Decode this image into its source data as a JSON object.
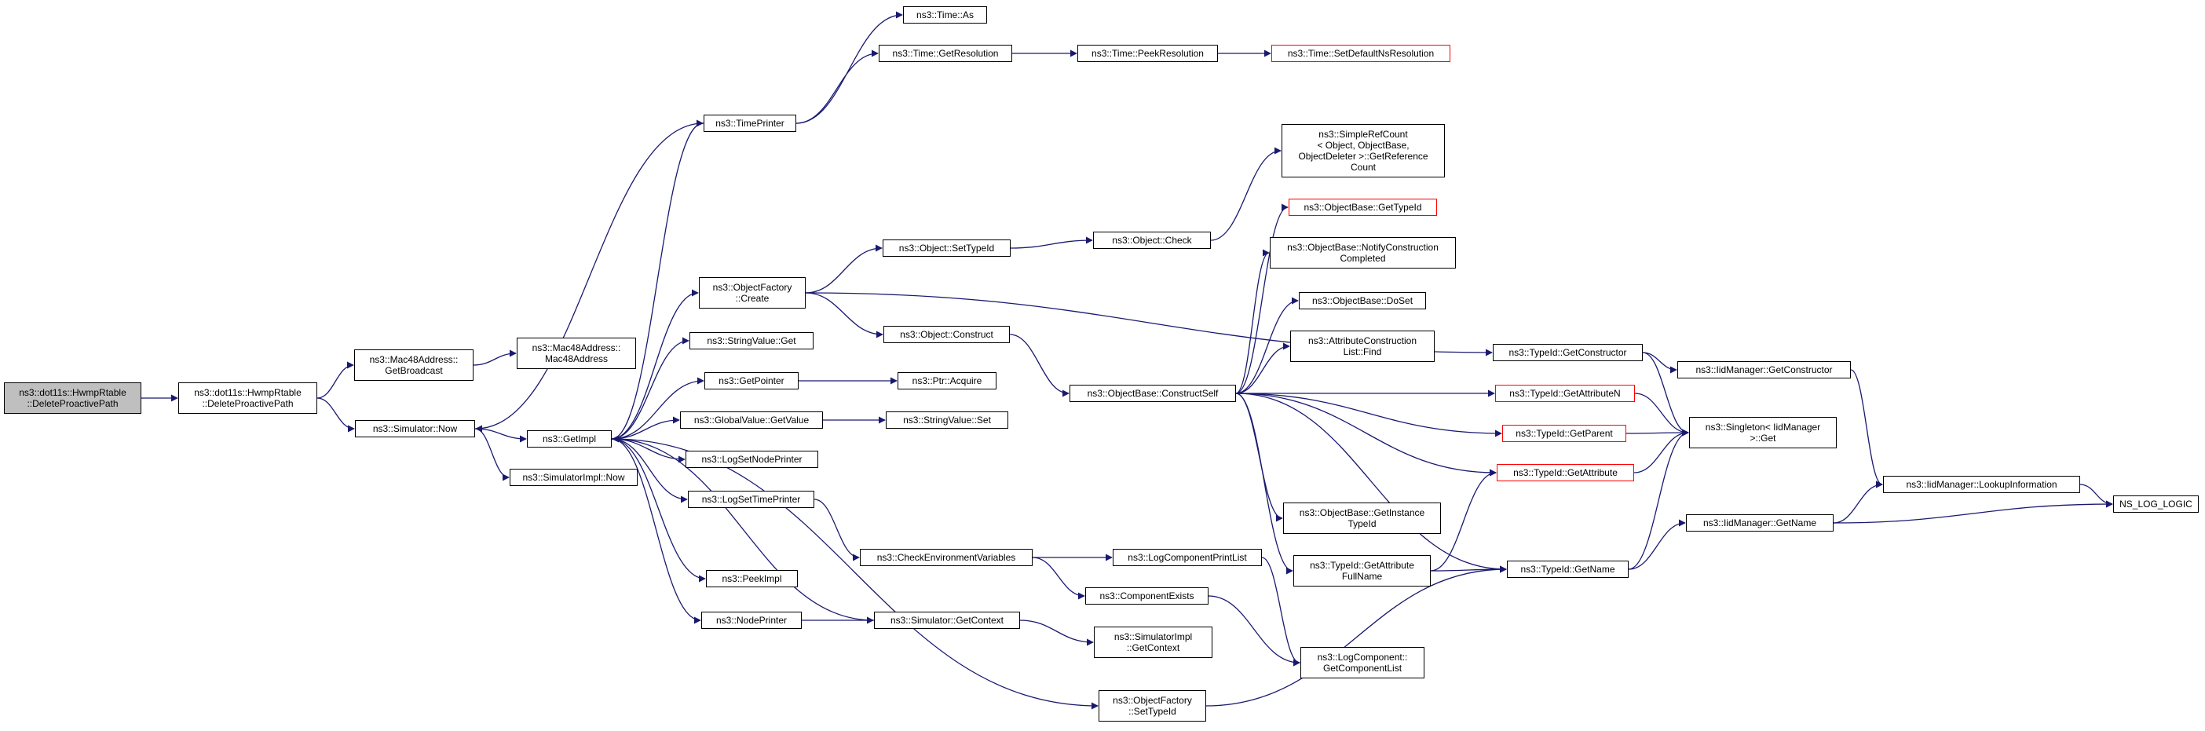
{
  "colors": {
    "edge": "#191970",
    "node_border": "#000000",
    "incomplete_border": "#ff0000",
    "root_fill": "#bfbfbf",
    "background": "#ffffff"
  },
  "nodes": [
    {
      "id": "root",
      "label": "ns3::dot11s::HwmpRtable\n::DeleteProactivePath",
      "kind": "root"
    },
    {
      "id": "hwmp",
      "label": "ns3::dot11s::HwmpRtable\n::DeleteProactivePath",
      "kind": "normal"
    },
    {
      "id": "mac48bc",
      "label": "ns3::Mac48Address::\nGetBroadcast",
      "kind": "normal"
    },
    {
      "id": "mac48ctor",
      "label": "ns3::Mac48Address::\nMac48Address",
      "kind": "normal"
    },
    {
      "id": "simnow",
      "label": "ns3::Simulator::Now",
      "kind": "normal"
    },
    {
      "id": "simimplnow",
      "label": "ns3::SimulatorImpl::Now",
      "kind": "normal"
    },
    {
      "id": "getimpl",
      "label": "ns3::GetImpl",
      "kind": "normal"
    },
    {
      "id": "timeprinter",
      "label": "ns3::TimePrinter",
      "kind": "normal"
    },
    {
      "id": "timeas",
      "label": "ns3::Time::As",
      "kind": "normal"
    },
    {
      "id": "timegetres",
      "label": "ns3::Time::GetResolution",
      "kind": "normal"
    },
    {
      "id": "timepeekres",
      "label": "ns3::Time::PeekResolution",
      "kind": "normal"
    },
    {
      "id": "timesetdef",
      "label": "ns3::Time::SetDefaultNsResolution",
      "kind": "incomplete"
    },
    {
      "id": "ofcreate",
      "label": "ns3::ObjectFactory\n::Create",
      "kind": "normal"
    },
    {
      "id": "strvalget",
      "label": "ns3::StringValue::Get",
      "kind": "normal"
    },
    {
      "id": "getpointer",
      "label": "ns3::GetPointer",
      "kind": "normal"
    },
    {
      "id": "globvalget",
      "label": "ns3::GlobalValue::GetValue",
      "kind": "normal"
    },
    {
      "id": "lognodeprinter",
      "label": "ns3::LogSetNodePrinter",
      "kind": "normal"
    },
    {
      "id": "logtimeprinter",
      "label": "ns3::LogSetTimePrinter",
      "kind": "normal"
    },
    {
      "id": "peekimpl",
      "label": "ns3::PeekImpl",
      "kind": "normal"
    },
    {
      "id": "nodeprinter",
      "label": "ns3::NodePrinter",
      "kind": "normal"
    },
    {
      "id": "objsettypeid",
      "label": "ns3::Object::SetTypeId",
      "kind": "normal"
    },
    {
      "id": "objconstruct",
      "label": "ns3::Object::Construct",
      "kind": "normal"
    },
    {
      "id": "ptracquire",
      "label": "ns3::Ptr::Acquire",
      "kind": "normal"
    },
    {
      "id": "strvalset",
      "label": "ns3::StringValue::Set",
      "kind": "normal"
    },
    {
      "id": "checkenv",
      "label": "ns3::CheckEnvironmentVariables",
      "kind": "normal"
    },
    {
      "id": "simgetctx",
      "label": "ns3::Simulator::GetContext",
      "kind": "normal"
    },
    {
      "id": "objcheck",
      "label": "ns3::Object::Check",
      "kind": "normal"
    },
    {
      "id": "simplerefcount",
      "label": "ns3::SimpleRefCount\n< Object, ObjectBase,\nObjectDeleter >::GetReference\nCount",
      "kind": "normal"
    },
    {
      "id": "obgettypeid",
      "label": "ns3::ObjectBase::GetTypeId",
      "kind": "incomplete"
    },
    {
      "id": "obnotify",
      "label": "ns3::ObjectBase::NotifyConstruction\nCompleted",
      "kind": "normal"
    },
    {
      "id": "obdoset",
      "label": "ns3::ObjectBase::DoSet",
      "kind": "normal"
    },
    {
      "id": "attrconstrfind",
      "label": "ns3::AttributeConstruction\nList::Find",
      "kind": "normal"
    },
    {
      "id": "obconstructself",
      "label": "ns3::ObjectBase::ConstructSelf",
      "kind": "normal"
    },
    {
      "id": "obgetinsttypeid",
      "label": "ns3::ObjectBase::GetInstance\nTypeId",
      "kind": "normal"
    },
    {
      "id": "tidgetattrfull",
      "label": "ns3::TypeId::GetAttribute\nFullName",
      "kind": "normal"
    },
    {
      "id": "logcompprintlist",
      "label": "ns3::LogComponentPrintList",
      "kind": "normal"
    },
    {
      "id": "compexists",
      "label": "ns3::ComponentExists",
      "kind": "normal"
    },
    {
      "id": "simimplgetctx",
      "label": "ns3::SimulatorImpl\n::GetContext",
      "kind": "normal"
    },
    {
      "id": "logcompgetlist",
      "label": "ns3::LogComponent::\nGetComponentList",
      "kind": "normal"
    },
    {
      "id": "ofsettypeid",
      "label": "ns3::ObjectFactory\n::SetTypeId",
      "kind": "normal"
    },
    {
      "id": "tidgetctor",
      "label": "ns3::TypeId::GetConstructor",
      "kind": "normal"
    },
    {
      "id": "tidgetattrn",
      "label": "ns3::TypeId::GetAttributeN",
      "kind": "incomplete"
    },
    {
      "id": "tidgetparent",
      "label": "ns3::TypeId::GetParent",
      "kind": "incomplete"
    },
    {
      "id": "tidgetattr",
      "label": "ns3::TypeId::GetAttribute",
      "kind": "incomplete"
    },
    {
      "id": "tidgetname",
      "label": "ns3::TypeId::GetName",
      "kind": "normal"
    },
    {
      "id": "iidgetctor",
      "label": "ns3::IidManager::GetConstructor",
      "kind": "normal"
    },
    {
      "id": "singletonget",
      "label": "ns3::Singleton< IidManager\n>::Get",
      "kind": "normal"
    },
    {
      "id": "iidgetname",
      "label": "ns3::IidManager::GetName",
      "kind": "normal"
    },
    {
      "id": "iidlookup",
      "label": "ns3::IidManager::LookupInformation",
      "kind": "normal"
    },
    {
      "id": "nslog",
      "label": "NS_LOG_LOGIC",
      "kind": "normal"
    }
  ],
  "edges": [
    [
      "root",
      "hwmp"
    ],
    [
      "hwmp",
      "mac48bc"
    ],
    [
      "hwmp",
      "simnow"
    ],
    [
      "mac48bc",
      "mac48ctor"
    ],
    [
      "simnow",
      "getimpl"
    ],
    [
      "simnow",
      "simimplnow"
    ],
    [
      "getimpl",
      "timeprinter"
    ],
    [
      "getimpl",
      "ofcreate"
    ],
    [
      "getimpl",
      "strvalget"
    ],
    [
      "getimpl",
      "getpointer"
    ],
    [
      "getimpl",
      "globvalget"
    ],
    [
      "getimpl",
      "lognodeprinter"
    ],
    [
      "getimpl",
      "logtimeprinter"
    ],
    [
      "getimpl",
      "peekimpl"
    ],
    [
      "getimpl",
      "nodeprinter"
    ],
    [
      "getimpl",
      "ofsettypeid"
    ],
    [
      "timeprinter",
      "simnow"
    ],
    [
      "timeprinter",
      "timeas"
    ],
    [
      "timeprinter",
      "timegetres"
    ],
    [
      "timegetres",
      "timepeekres"
    ],
    [
      "timepeekres",
      "timesetdef"
    ],
    [
      "ofcreate",
      "objsettypeid"
    ],
    [
      "ofcreate",
      "objconstruct"
    ],
    [
      "ofcreate",
      "tidgetctor"
    ],
    [
      "getpointer",
      "ptracquire"
    ],
    [
      "globvalget",
      "strvalset"
    ],
    [
      "logtimeprinter",
      "checkenv"
    ],
    [
      "nodeprinter",
      "simgetctx"
    ],
    [
      "simgetctx",
      "getimpl"
    ],
    [
      "simgetctx",
      "simimplgetctx"
    ],
    [
      "objsettypeid",
      "objcheck"
    ],
    [
      "objcheck",
      "simplerefcount"
    ],
    [
      "objconstruct",
      "obconstructself"
    ],
    [
      "obconstructself",
      "obgettypeid"
    ],
    [
      "obconstructself",
      "obnotify"
    ],
    [
      "obconstructself",
      "obdoset"
    ],
    [
      "obconstructself",
      "attrconstrfind"
    ],
    [
      "obconstructself",
      "tidgetattrn"
    ],
    [
      "obconstructself",
      "tidgetparent"
    ],
    [
      "obconstructself",
      "tidgetattr"
    ],
    [
      "obconstructself",
      "obgetinsttypeid"
    ],
    [
      "obconstructself",
      "tidgetattrfull"
    ],
    [
      "obconstructself",
      "tidgetname"
    ],
    [
      "checkenv",
      "logcompprintlist"
    ],
    [
      "checkenv",
      "compexists"
    ],
    [
      "logcompprintlist",
      "logcompgetlist"
    ],
    [
      "compexists",
      "logcompgetlist"
    ],
    [
      "ofsettypeid",
      "tidgetname"
    ],
    [
      "tidgetattrfull",
      "tidgetattr"
    ],
    [
      "tidgetattrfull",
      "tidgetname"
    ],
    [
      "tidgetctor",
      "iidgetctor"
    ],
    [
      "tidgetctor",
      "singletonget"
    ],
    [
      "tidgetattrn",
      "singletonget"
    ],
    [
      "tidgetparent",
      "singletonget"
    ],
    [
      "tidgetattr",
      "singletonget"
    ],
    [
      "tidgetname",
      "singletonget"
    ],
    [
      "tidgetname",
      "iidgetname"
    ],
    [
      "iidgetctor",
      "iidlookup"
    ],
    [
      "iidgetname",
      "iidlookup"
    ],
    [
      "iidgetname",
      "nslog"
    ],
    [
      "iidlookup",
      "nslog"
    ]
  ]
}
